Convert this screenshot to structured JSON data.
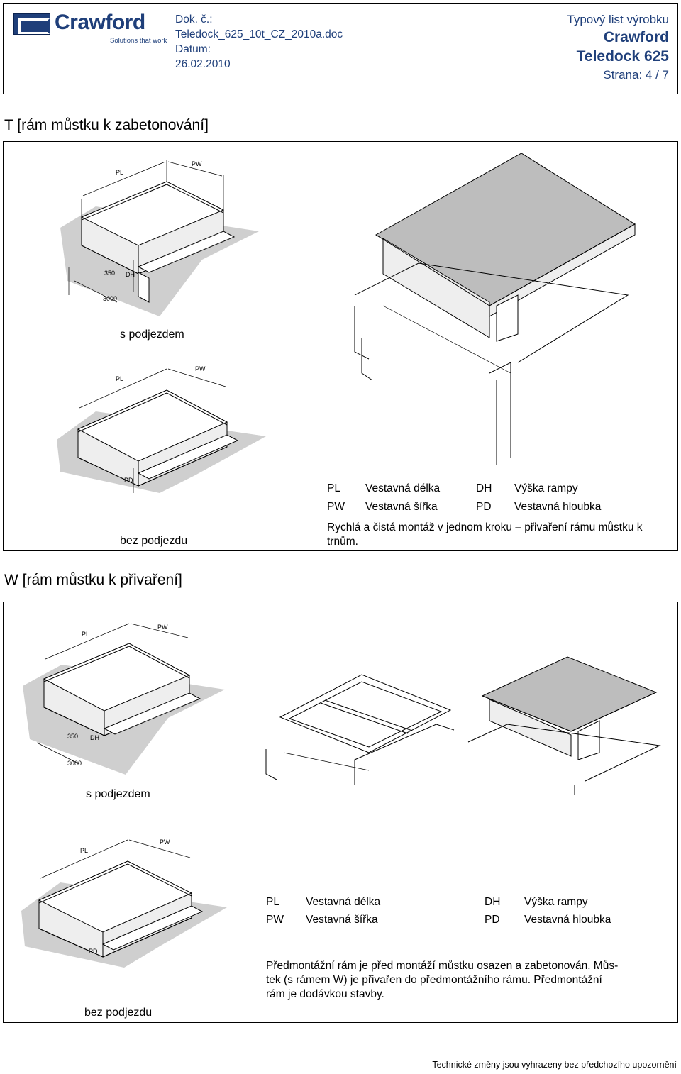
{
  "header": {
    "logo_word": "Crawford",
    "logo_tagline": "Solutions that work",
    "doc_label": "Dok. č.:",
    "doc_number": "Teledock_625_10t_CZ_2010a.doc",
    "date_label": "Datum:",
    "date_value": "26.02.2010",
    "sheet_type": "Typový list výrobku",
    "brand": "Crawford",
    "product": "Teledock 625",
    "page": "Strana: 4 / 7"
  },
  "section_t": {
    "title": "T [rám můstku k zabetonování]",
    "caption_with_pit": "s podjezdem",
    "caption_without_pit": "bez podjezdu",
    "legend": {
      "pl_code": "PL",
      "pl_text": "Vestavná délka",
      "dh_code": "DH",
      "dh_text": "Výška rampy",
      "pw_code": "PW",
      "pw_text": "Vestavná šířka",
      "pd_code": "PD",
      "pd_text": "Vestavná hloubka"
    },
    "note": "Rychlá a čistá montáž v jednom kroku – přivaření rámu můstku k trnům."
  },
  "section_w": {
    "title": "W [rám můstku k přivaření]",
    "caption_with_pit": "s podjezdem",
    "caption_without_pit": "bez podjezdu",
    "legend": {
      "pl_code": "PL",
      "pl_text": "Vestavná délka",
      "dh_code": "DH",
      "dh_text": "Výška rampy",
      "pw_code": "PW",
      "pw_text": "Vestavná šířka",
      "pd_code": "PD",
      "pd_text": "Vestavná hloubka"
    },
    "note_line1": "Předmontážní rám je před montáží můstku osazen a zabetonován. Můs-",
    "note_line2": "tek (s rámem W) je přivařen do předmontážního rámu. Předmontážní",
    "note_line3": "rám je dodávkou stavby."
  },
  "drawing_labels": {
    "pl": "PL",
    "pw": "PW",
    "dh": "DH",
    "pd": "PD",
    "dim_350": "350",
    "dim_3000": "3000"
  },
  "footer": "Technické změny jsou vyhrazeny bez předchozího upozornění"
}
